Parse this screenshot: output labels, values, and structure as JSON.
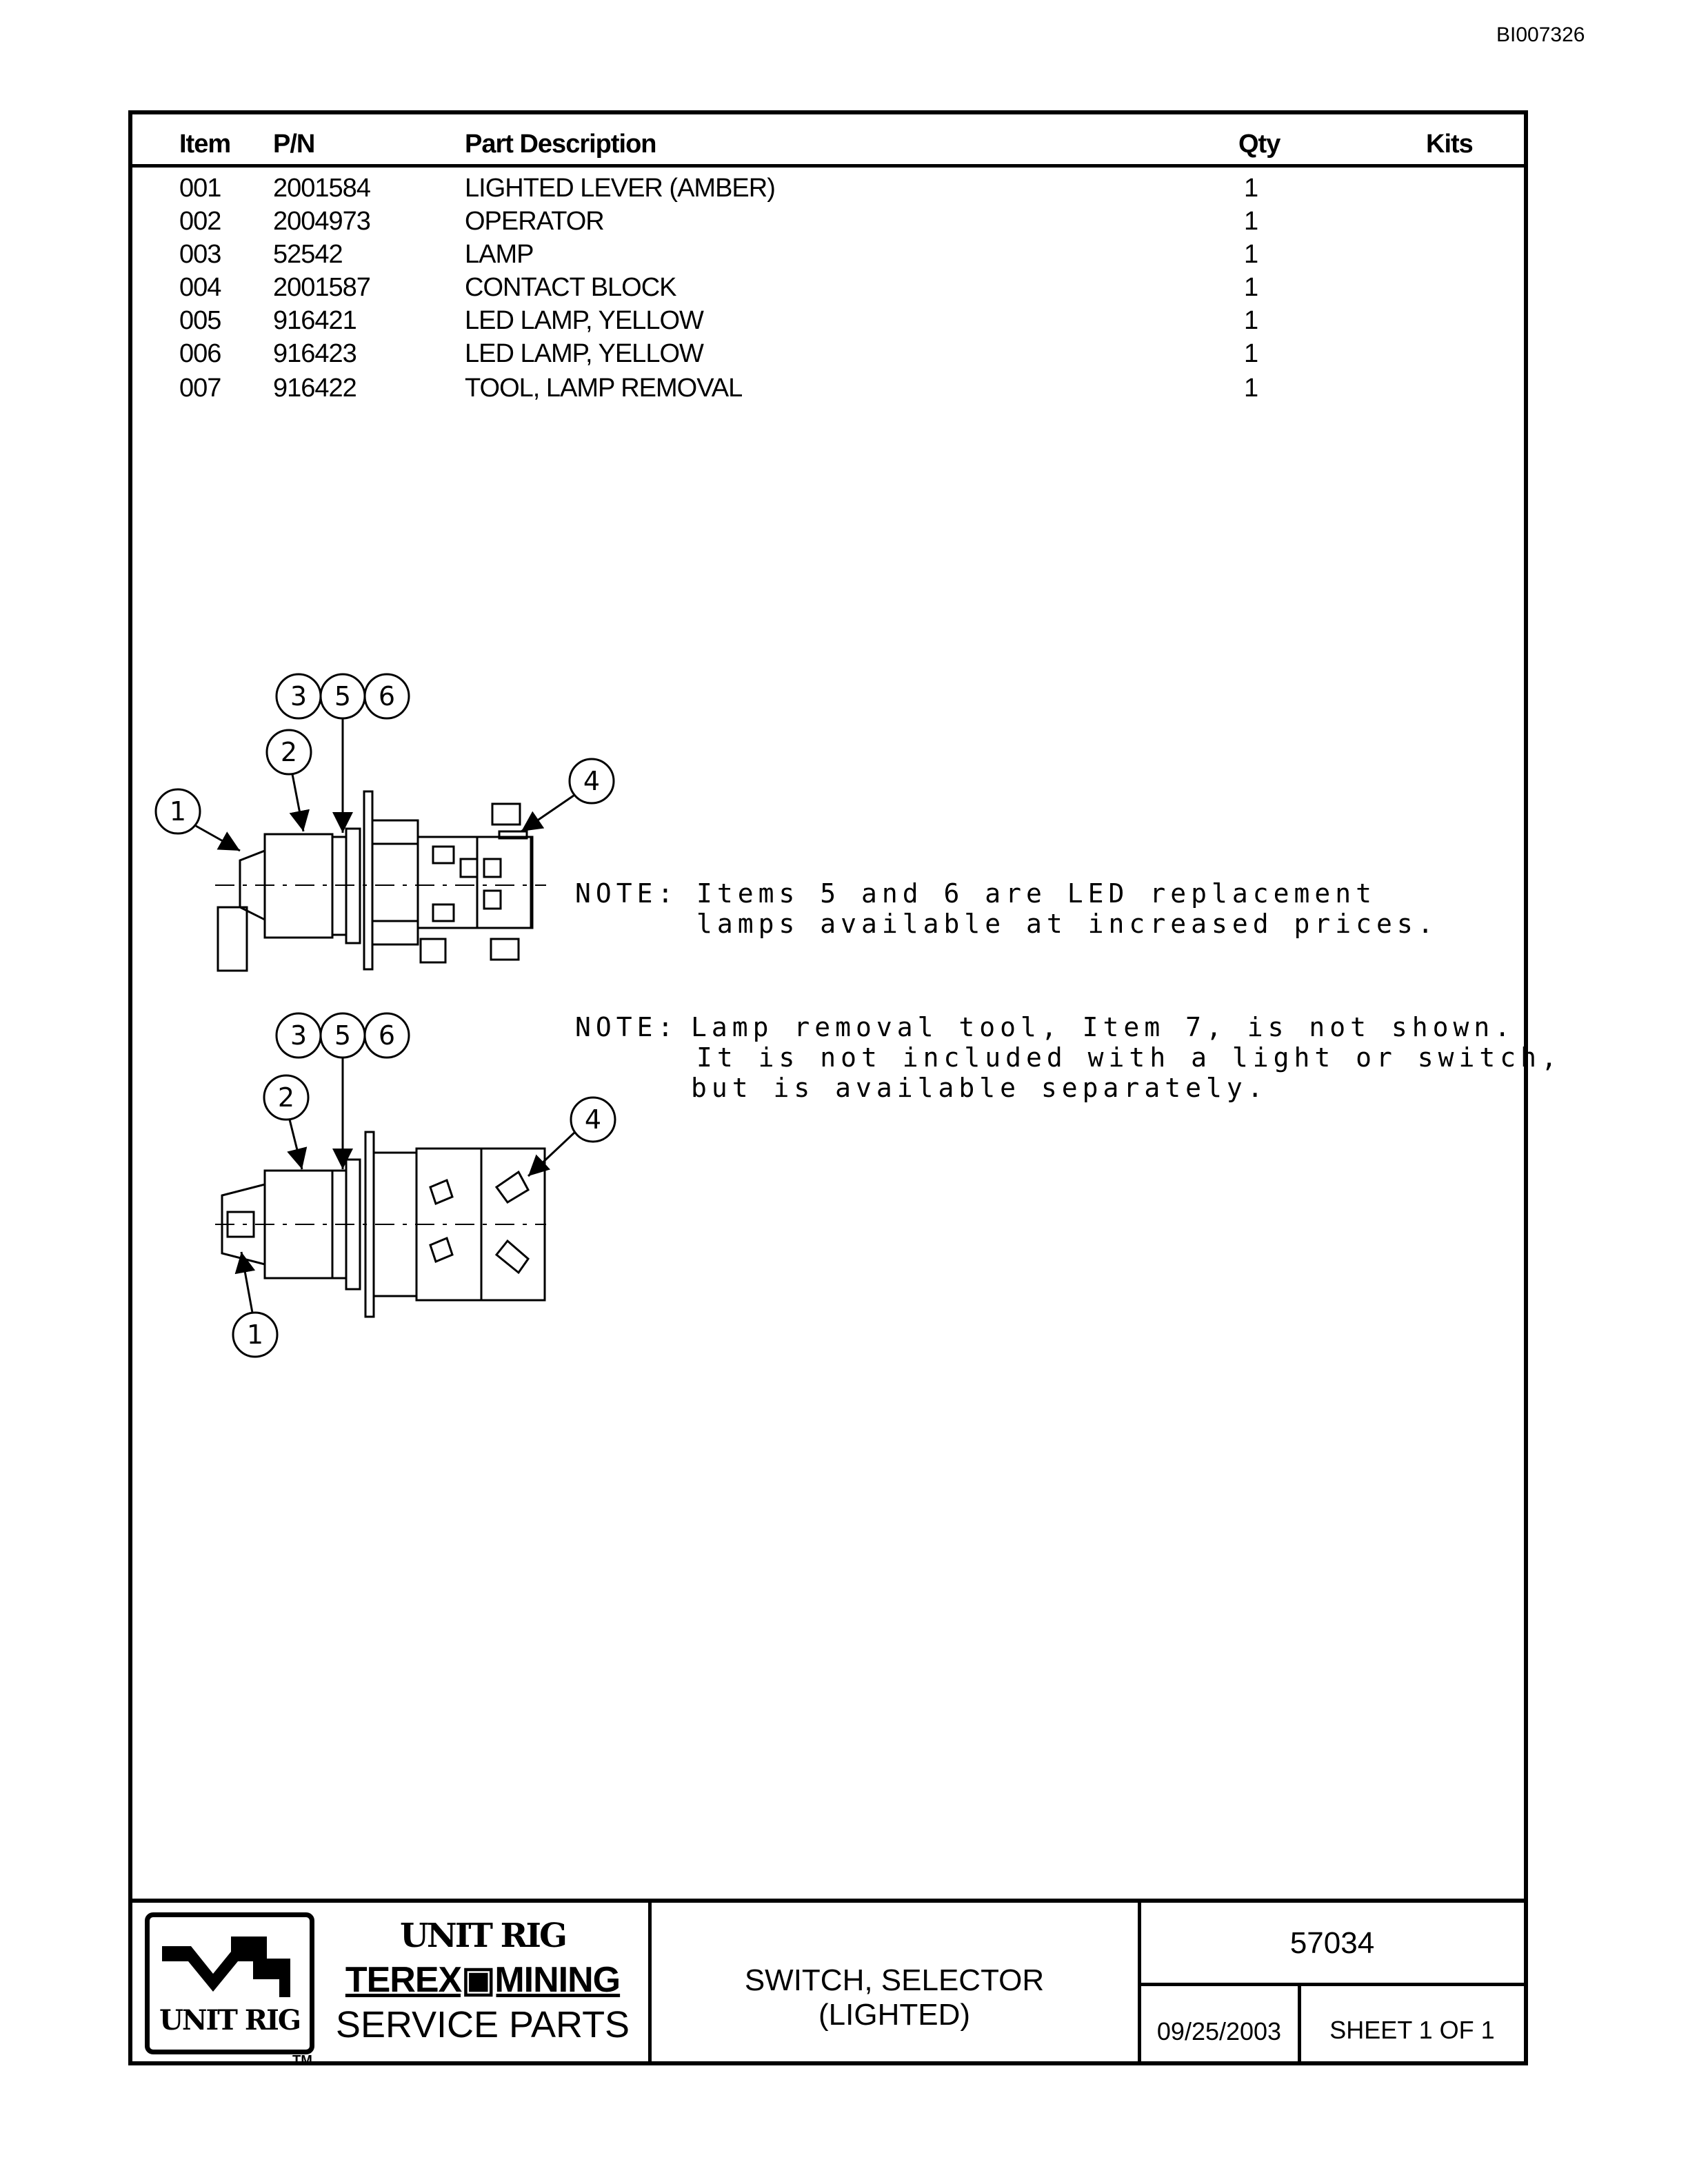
{
  "doc_id": "BI007326",
  "table": {
    "headers": {
      "item": "Item",
      "pn": "P/N",
      "desc": "Part Description",
      "qty": "Qty",
      "kits": "Kits"
    },
    "rows": [
      {
        "item": "001",
        "pn": "2001584",
        "desc": "LIGHTED LEVER (AMBER)",
        "qty": "1"
      },
      {
        "item": "002",
        "pn": "2004973",
        "desc": "OPERATOR",
        "qty": "1"
      },
      {
        "item": "003",
        "pn": "52542",
        "desc": "LAMP",
        "qty": "1"
      },
      {
        "item": "004",
        "pn": "2001587",
        "desc": "CONTACT BLOCK",
        "qty": "1"
      },
      {
        "item": "005",
        "pn": "916421",
        "desc": "LED LAMP, YELLOW",
        "qty": "1"
      },
      {
        "item": "006",
        "pn": "916423",
        "desc": "LED LAMP, YELLOW",
        "qty": "1"
      },
      {
        "item": "007",
        "pn": "916422",
        "desc": "TOOL, LAMP REMOVAL",
        "qty": "1"
      }
    ]
  },
  "callouts": {
    "c1": "1",
    "c2": "2",
    "c3": "3",
    "c4": "4",
    "c5": "5",
    "c6": "6"
  },
  "notes": [
    {
      "label": "NOTE:",
      "lines": [
        "Items 5 and 6 are LED replacement",
        "lamps available at increased prices."
      ]
    },
    {
      "label": "NOTE:",
      "lines": [
        "Lamp removal tool, Item 7, is not shown.",
        "It is not included with a light or switch,",
        "but is available separately."
      ]
    }
  ],
  "title_block": {
    "logo_text": "UNIT RIG",
    "tm": "TM",
    "brand_line1": "UNIT RIG",
    "brand_line2": "TEREX▣MINING",
    "brand_line3": "SERVICE PARTS",
    "title_line1": "SWITCH, SELECTOR",
    "title_line2": "(LIGHTED)",
    "drawing_number": "57034",
    "date": "09/25/2003",
    "sheet": "SHEET 1 OF 1"
  }
}
